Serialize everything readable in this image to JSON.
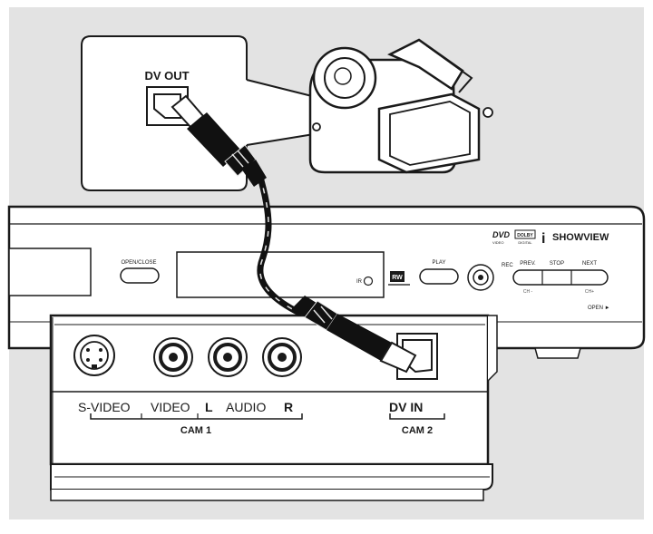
{
  "camcorder": {
    "port_label": "DV OUT"
  },
  "recorder": {
    "logos": {
      "dvd": "DVD",
      "dvd_sub": "VIDEO",
      "dolby": "DOLBY",
      "dolby_sub": "DIGITAL",
      "showview_mark": "i",
      "showview": "SHOWVIEW"
    },
    "buttons": {
      "open_close": "OPEN/CLOSE",
      "ir": "IR",
      "rw": "RW",
      "play": "PLAY",
      "rec": "REC",
      "prev": "PREV.",
      "stop": "STOP",
      "next": "NEXT",
      "ch_minus": "CH -",
      "ch_plus": "CH+"
    },
    "open_flap": "OPEN ►"
  },
  "front_panel": {
    "labels": {
      "svideo": "S-VIDEO",
      "video": "VIDEO",
      "l": "L",
      "audio": "AUDIO",
      "r": "R",
      "cam1": "CAM 1",
      "dv_in": "DV IN",
      "cam2": "CAM 2"
    }
  },
  "colors": {
    "background": "#e3e3e3",
    "device": "#ffffff",
    "outline": "#1a1a1a",
    "cable": "#111111"
  }
}
